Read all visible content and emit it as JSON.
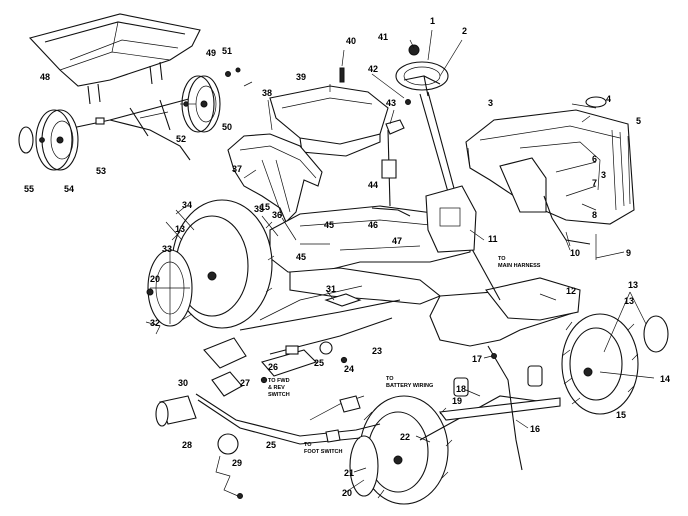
{
  "diagram": {
    "labels": [
      "1",
      "2",
      "3",
      "3",
      "4",
      "5",
      "6",
      "7",
      "8",
      "9",
      "10",
      "11",
      "12",
      "13",
      "13",
      "13",
      "14",
      "15",
      "15",
      "16",
      "17",
      "18",
      "19",
      "20",
      "20",
      "21",
      "22",
      "23",
      "24",
      "25",
      "25",
      "26",
      "27",
      "28",
      "29",
      "30",
      "31",
      "32",
      "33",
      "34",
      "35",
      "36",
      "37",
      "38",
      "39",
      "40",
      "41",
      "42",
      "43",
      "44",
      "45",
      "45",
      "46",
      "47",
      "48",
      "49",
      "50",
      "51",
      "52",
      "53",
      "54",
      "55"
    ],
    "notes": {
      "main_harness": "TO MAIN HARNESS",
      "fnr_switch": "TO FWD & REV SWITCH",
      "battery_wiring": "TO BATTERY WIRING",
      "foot_switch": "TO FOOT SWITCH"
    },
    "colors": {
      "ink": "#111111",
      "paper": "#ffffff"
    }
  }
}
